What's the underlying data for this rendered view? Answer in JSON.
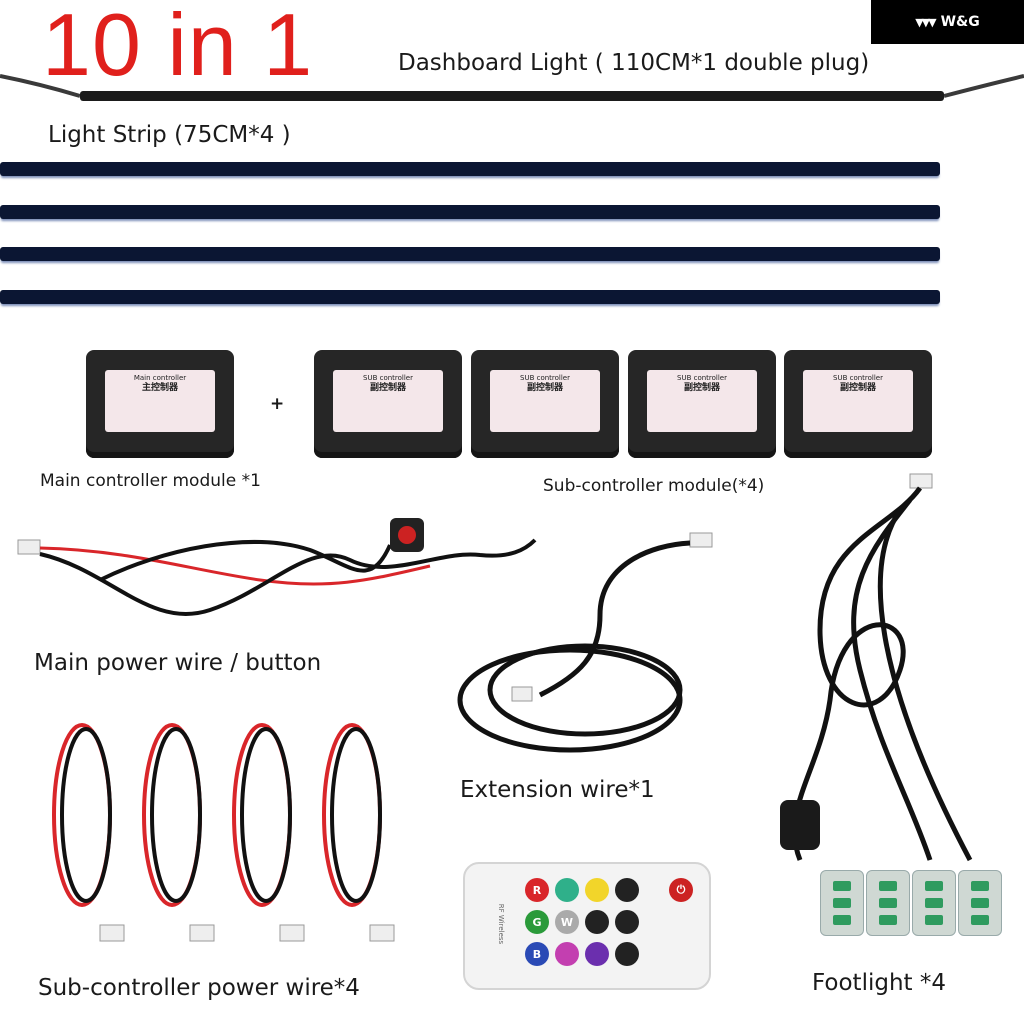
{
  "headline": "10 in 1",
  "brand": {
    "name": "W&G",
    "mark": "▼▼▼"
  },
  "dashboard_light_label": "Dashboard Light ( 110CM*1  double plug)",
  "light_strip_label": "Light Strip (75CM*4 )",
  "main_controller_label": "Main controller module *1",
  "sub_controller_label": "Sub-controller module(*4)",
  "plus": "+",
  "main_module_sticker": {
    "en": "Main controller",
    "cn": "主控制器"
  },
  "sub_module_sticker": {
    "en": "SUB controller",
    "cn": "副控制器"
  },
  "main_power_label": "Main power wire / button",
  "extension_label": "Extension wire*1",
  "sub_power_label": "Sub-controller power wire*4",
  "footlight_label": "Footlight *4",
  "remote": {
    "brand_text": "RF Wireless",
    "buttons": [
      "R",
      "G",
      "B",
      "W"
    ]
  },
  "colors": {
    "headline": "#e0201c",
    "strip": "#0b1633",
    "module": "#262626",
    "wire_black": "#111111",
    "wire_red": "#d9262a"
  }
}
